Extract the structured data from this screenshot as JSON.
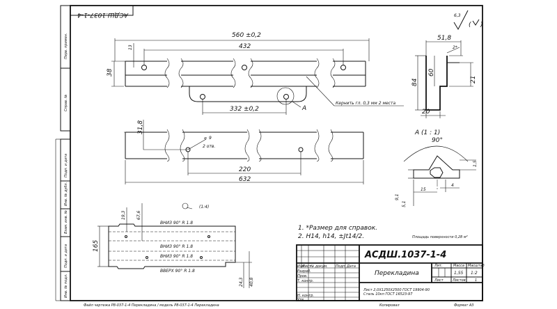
{
  "drawing": {
    "title_block": {
      "designation": "АСДШ.1037-1-4",
      "part_name": "Перекладина",
      "material_line1": "Лист 2,0Х1250Х2500 ГОСТ 19904-90",
      "material_line2": "Сталь 10кп ГОСТ 16523-97",
      "mass": "1,55",
      "scale": "1:2",
      "col_izm": "Изм",
      "col_list": "Лист",
      "col_doc": "№ докум.",
      "col_sign": "Подп.",
      "col_date": "Дата",
      "row_razrab": "Разраб.",
      "row_prov": "Пров.",
      "row_tkontr": "Т. контр.",
      "row_nkontr": "Н. контр.",
      "row_utv": "Утв.",
      "hdr_lit": "Лит.",
      "hdr_massa": "Масса",
      "hdr_masshtab": "Масштаб",
      "sheet_label": "Лист",
      "sheets_label": "Листов",
      "sheets_count": "1"
    },
    "top_stamp": "АСДШ.1037-1-4",
    "footer": {
      "left": "Файл чертежа Р8-037-1-4 Перекладина / модель Р8-037-1-4 Перекладина",
      "copied": "Копировал",
      "format": "Формат А3"
    },
    "roughness": {
      "value": "6,3"
    },
    "view_a_label": "А (1 : 1)",
    "section_a_marker": "А",
    "notch_note": "Кернить гл. 0,3 мм 2 места",
    "hole_note_line1": "9",
    "hole_note_line2": "2 отв.",
    "flat_view_label": "(1:4)",
    "notes": [
      "1. *Размер для справок.",
      "2. H14, h14, ±Jt14/2."
    ],
    "surface_area": "Площадь поверхности 0,28 м²",
    "dimensions": {
      "d560": "560 ±0,2",
      "d432": "432",
      "d13": "13",
      "d38": "38",
      "d332": "332 ±0,2",
      "d31_8": "31,8",
      "d220": "220",
      "d632": "632",
      "d51_8": "51,8",
      "d2": "2*",
      "d84": "84",
      "d60": "60",
      "d21": "21",
      "d20": "20",
      "d90_a": "90°",
      "d1_5": "1,5",
      "d9_1": "9,1",
      "d5_1": "5,1",
      "d15": "15",
      "d4": "4",
      "d19_3": "19,3",
      "d67_6": "67,6",
      "d165": "165",
      "d24_3": "24,3",
      "d40_8": "40,8"
    },
    "bends": [
      "ВНИЗ 90° R 1.8",
      "ВНИЗ 90° R 1.8",
      "ВНИЗ 90° R 1.8",
      "ВВЕРХ 90° R 1.8"
    ],
    "side_strip": {
      "perv": "Перв. примен.",
      "sprav": "Справ. №",
      "podp1": "Подп. и дата",
      "inv_dubl": "Инв. № дубл.",
      "vzam": "Взам. инв. №",
      "podp2": "Подп. и дата",
      "inv_podl": "Инв. № подл."
    }
  }
}
